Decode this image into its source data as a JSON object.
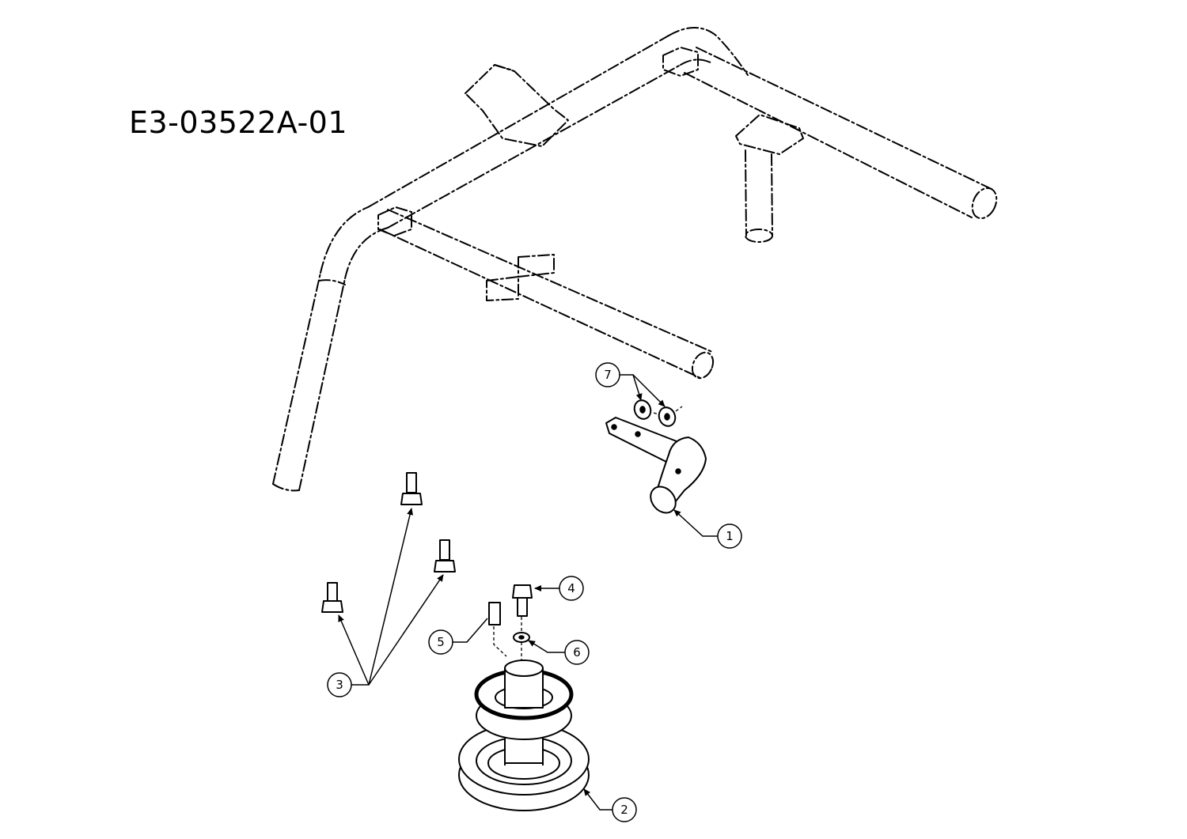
{
  "drawing_id": "E3-03522A-01",
  "callouts": [
    {
      "id": "callout-1",
      "label": "1"
    },
    {
      "id": "callout-2",
      "label": "2"
    },
    {
      "id": "callout-3",
      "label": "3"
    },
    {
      "id": "callout-4",
      "label": "4"
    },
    {
      "id": "callout-5",
      "label": "5"
    },
    {
      "id": "callout-6",
      "label": "6"
    },
    {
      "id": "callout-7",
      "label": "7"
    }
  ]
}
